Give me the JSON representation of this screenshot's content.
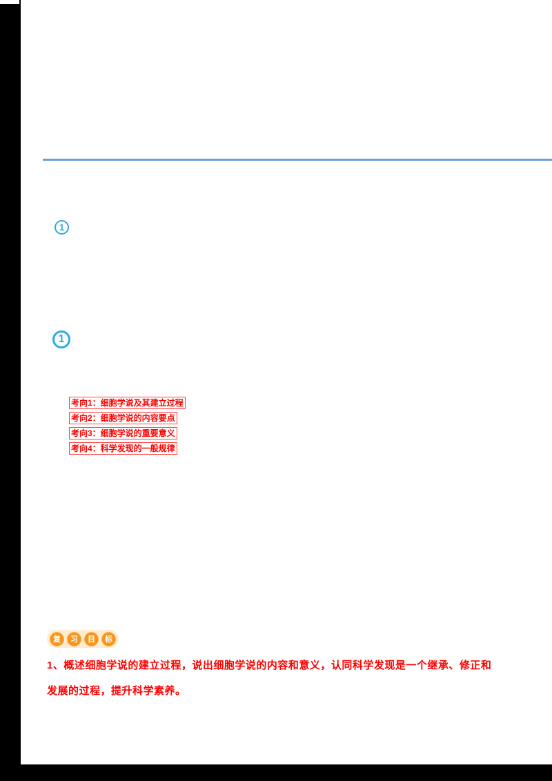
{
  "document": {
    "divider_color": "#6f9fd8",
    "accent_blue": "#2aabe2",
    "accent_red": "#ff0000",
    "accent_orange": "#f7941d"
  },
  "section_markers": {
    "marker1": "1",
    "marker2": "1"
  },
  "exam_directions": {
    "items": [
      {
        "label": "考向1：细胞学说及其建立过程"
      },
      {
        "label": "考向2：细胞学说的内容要点"
      },
      {
        "label": "考向3：细胞学说的重要意义"
      },
      {
        "label": "考向4：科学发现的一般规律"
      }
    ]
  },
  "review_goals": {
    "badge": {
      "chars": [
        "复",
        "习",
        "目",
        "标"
      ]
    },
    "text": "1、概述细胞学说的建立过程，说出细胞学说的内容和意义，认同科学发现是一个继承、修正和发展的过程，提升科学素养。"
  }
}
